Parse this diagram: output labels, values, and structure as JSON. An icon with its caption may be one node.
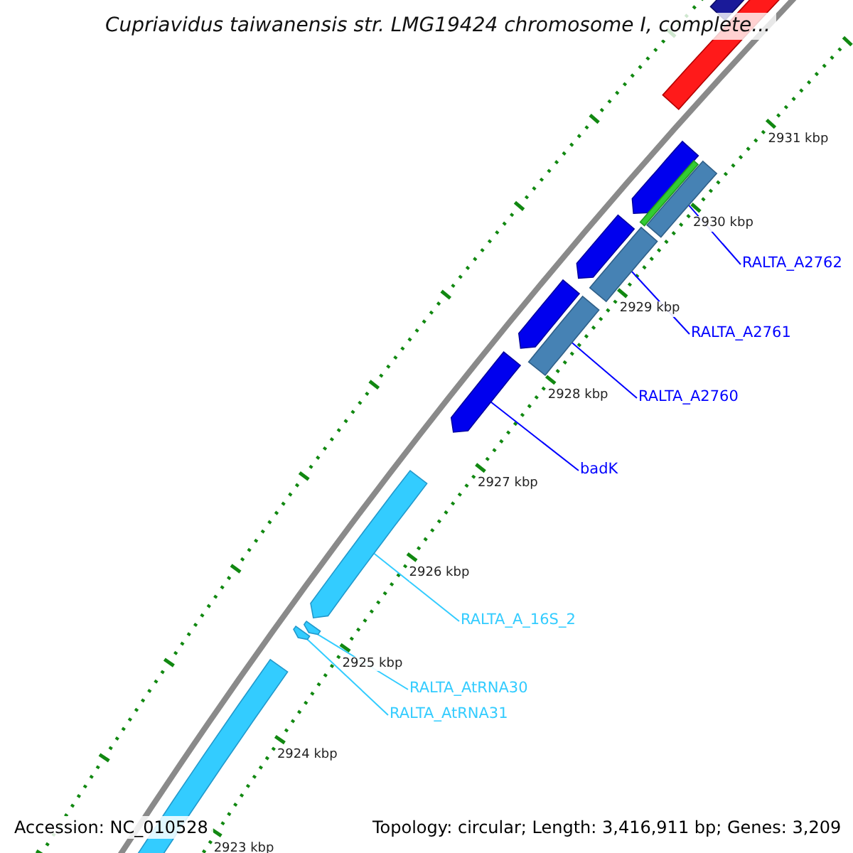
{
  "diagram": {
    "title": "Cupriavidus taiwanensis str. LMG19424 chromosome I, complete...",
    "nodes": [
      {
        "text": [
          "RALTA_A2762"
        ]
      },
      {
        "text": [
          "RALTA_A2761"
        ]
      },
      {
        "text": [
          "RALTA_A2760"
        ]
      },
      {
        "text": [
          "badK"
        ]
      },
      {
        "text": [
          "RALTA_A_16S_2"
        ]
      },
      {
        "text": [
          "RALTA_AtRNA30"
        ]
      },
      {
        "text": [
          "RALTA_AtRNA31"
        ]
      },
      {
        "text": [],
        "shape": "bar"
      },
      {
        "text": [],
        "shape": "bar"
      },
      {
        "text": [],
        "shape": "bar"
      },
      {
        "text": [],
        "shape": "bar"
      },
      {
        "text": [],
        "shape": "bar"
      },
      {
        "text": [],
        "shape": "bar"
      },
      {
        "text": [],
        "shape": "bar"
      }
    ],
    "edges": [
      {
        "from": 0,
        "to": 7,
        "arrow": "none"
      },
      {
        "from": 1,
        "to": 8,
        "arrow": "none"
      },
      {
        "from": 2,
        "to": 9,
        "arrow": "none"
      },
      {
        "from": 3,
        "to": 10,
        "arrow": "none"
      },
      {
        "from": 4,
        "to": 11,
        "arrow": "none",
        "color": "#33ccff"
      },
      {
        "from": 5,
        "to": 12,
        "arrow": "none",
        "color": "#33ccff"
      },
      {
        "from": 6,
        "to": 13,
        "arrow": "none",
        "color": "#33ccff"
      }
    ],
    "labels": [
      "2931 kbp",
      "2930 kbp",
      "2929 kbp",
      "2928 kbp",
      "2927 kbp",
      "2926 kbp",
      "2925 kbp",
      "2924 kbp",
      "2923 kbp",
      "Accession: NC_010528",
      "Topology: circular; Length: 3,416,911 bp; Genes: 3,209"
    ]
  }
}
